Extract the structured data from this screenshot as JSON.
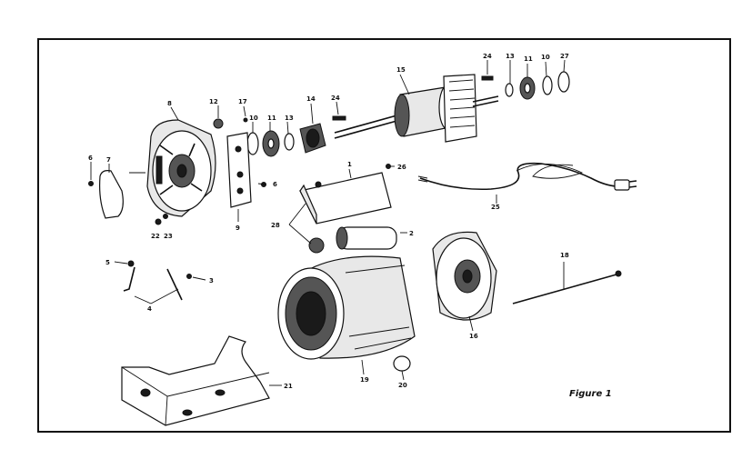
{
  "figure": {
    "caption": "Figure 1",
    "border_color": "#111111"
  },
  "parts": {
    "p1": "1",
    "p2": "2",
    "p3": "3",
    "p4": "4",
    "p5": "5",
    "p6a": "6",
    "p6b": "6",
    "p7": "7",
    "p8": "8",
    "p9": "9",
    "p10a": "10",
    "p10b": "10",
    "p11a": "11",
    "p11b": "11",
    "p12": "12",
    "p13a": "13",
    "p13b": "13",
    "p14": "14",
    "p15": "15",
    "p16": "16",
    "p17": "17",
    "p18": "18",
    "p19": "19",
    "p20": "20",
    "p21": "21",
    "p22": "22",
    "p23": "23",
    "p24a": "24",
    "p24b": "24",
    "p25": "25",
    "p26": "26",
    "p27": "27",
    "p28": "28"
  }
}
